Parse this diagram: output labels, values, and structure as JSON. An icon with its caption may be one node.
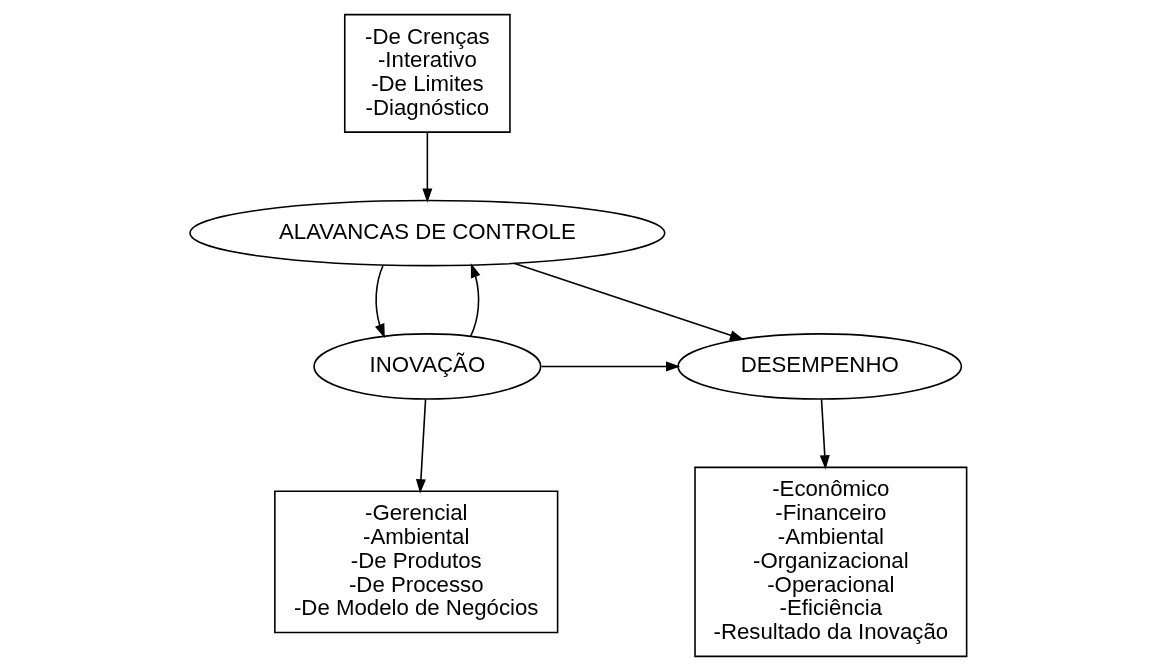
{
  "diagram": {
    "nodes": [
      {
        "text": [
          "-De Crenças",
          "-Interativo",
          "-De Limites",
          "-Diagnóstico"
        ]
      },
      {
        "text": [
          "ALAVANCAS DE CONTROLE"
        ]
      },
      {
        "text": [
          "INOVAÇÃO"
        ]
      },
      {
        "text": [
          "DESEMPENHO"
        ]
      },
      {
        "text": [
          "-Gerencial",
          "-Ambiental",
          "-De Produtos",
          "-De Processo",
          "-De Modelo de Negócios"
        ]
      },
      {
        "text": [
          "-Econômico",
          "-Financeiro",
          "-Ambiental",
          "-Organizacional",
          "-Operacional",
          "-Eficiência",
          "-Resultado da Inovação"
        ]
      }
    ],
    "edges": [
      {
        "from": 0,
        "to": 1,
        "arrow": "to"
      },
      {
        "from": 1,
        "to": 2,
        "arrow": "to"
      },
      {
        "from": 2,
        "to": 1,
        "arrow": "to"
      },
      {
        "from": 1,
        "to": 3,
        "arrow": "to"
      },
      {
        "from": 2,
        "to": 3,
        "arrow": "to"
      },
      {
        "from": 2,
        "to": 4,
        "arrow": "to"
      },
      {
        "from": 3,
        "to": 5,
        "arrow": "to"
      }
    ]
  }
}
